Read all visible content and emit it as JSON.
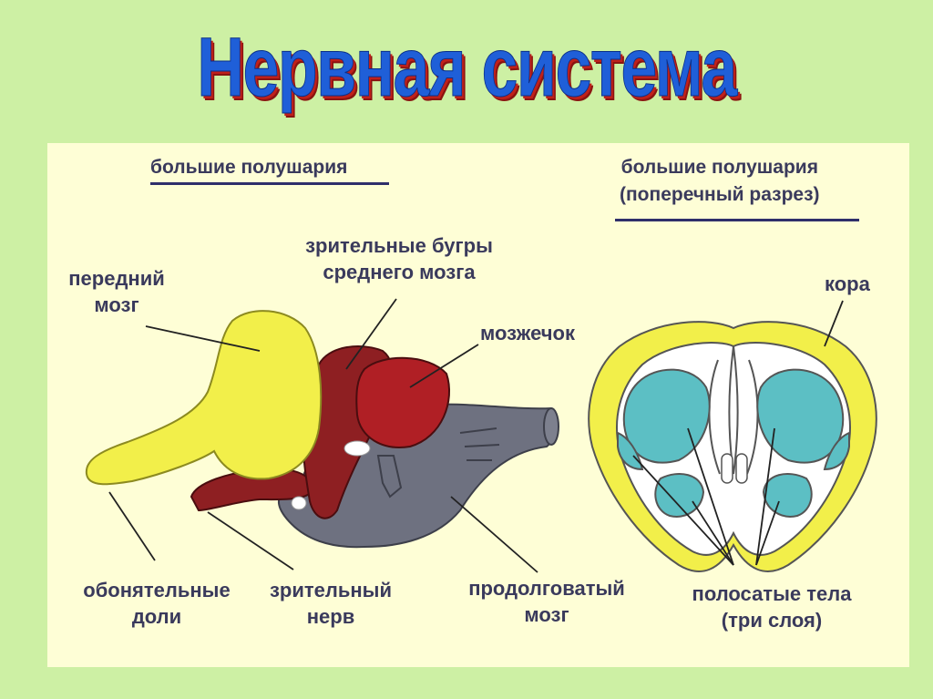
{
  "title": "Нервная система",
  "headers": {
    "left": "большие полушария",
    "right_line1": "большие полушария",
    "right_line2": "(поперечный разрез)"
  },
  "labels": {
    "forebrain_line1": "передний",
    "forebrain_line2": "мозг",
    "optic_lobes_line1": "зрительные бугры",
    "optic_lobes_line2": "среднего мозга",
    "cerebellum": "мозжечок",
    "olfactory_line1": "обонятельные",
    "olfactory_line2": "доли",
    "optic_nerve_line1": "зрительный",
    "optic_nerve_line2": "нерв",
    "medulla_line1": "продолговатый",
    "medulla_line2": "мозг",
    "cortex": "кора",
    "striatum_line1": "полосатые тела",
    "striatum_line2": "(три слоя)"
  },
  "colors": {
    "background": "#cdf0a4",
    "panel": "#fefed6",
    "forebrain": "#f2ef4a",
    "midbrain": "#8e1f22",
    "cerebellum": "#b01f25",
    "medulla": "#6e7180",
    "striatum": "#5cbfc4",
    "title": "#1f5fd8"
  }
}
